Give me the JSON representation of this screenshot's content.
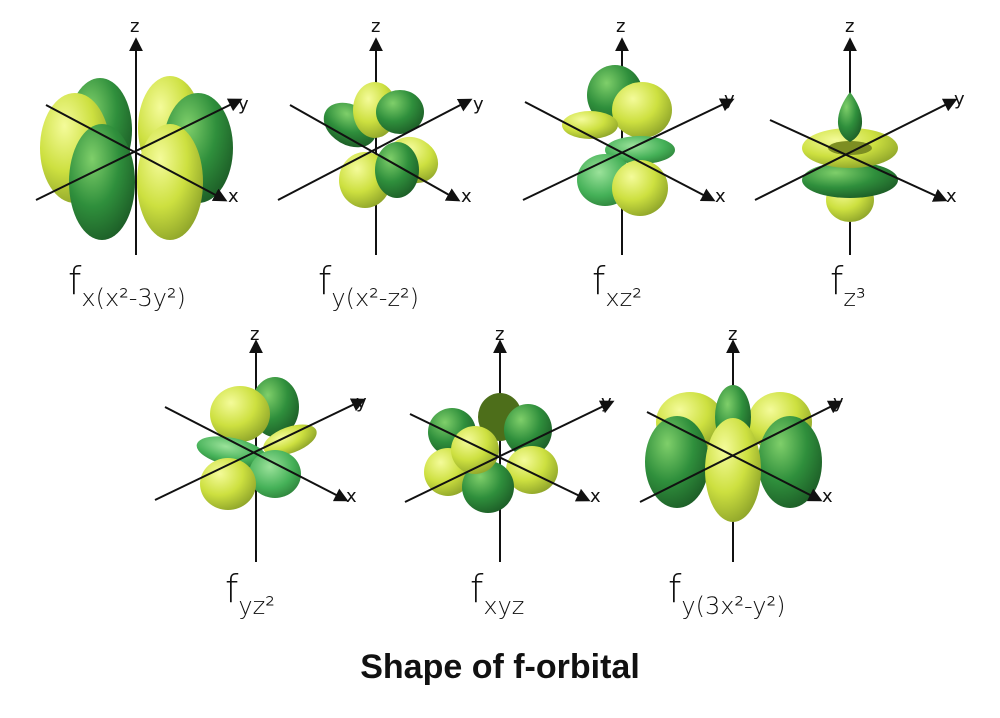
{
  "title": "Shape of f-orbital",
  "axis_labels": {
    "x": "x",
    "y": "y",
    "z": "z"
  },
  "colors": {
    "dark_green": "#2e8b3a",
    "light_green": "#c8dc3c",
    "axis": "#111111"
  },
  "orbitals": [
    {
      "label_main": "f",
      "label_sub": "x(x²-3y²)"
    },
    {
      "label_main": "f",
      "label_sub": "y(x²-z²)"
    },
    {
      "label_main": "f",
      "label_sub": "xz²"
    },
    {
      "label_main": "f",
      "label_sub": "z³"
    },
    {
      "label_main": "f",
      "label_sub": "yz²"
    },
    {
      "label_main": "f",
      "label_sub": "xyz"
    },
    {
      "label_main": "f",
      "label_sub": "y(3x²-y²)"
    }
  ]
}
